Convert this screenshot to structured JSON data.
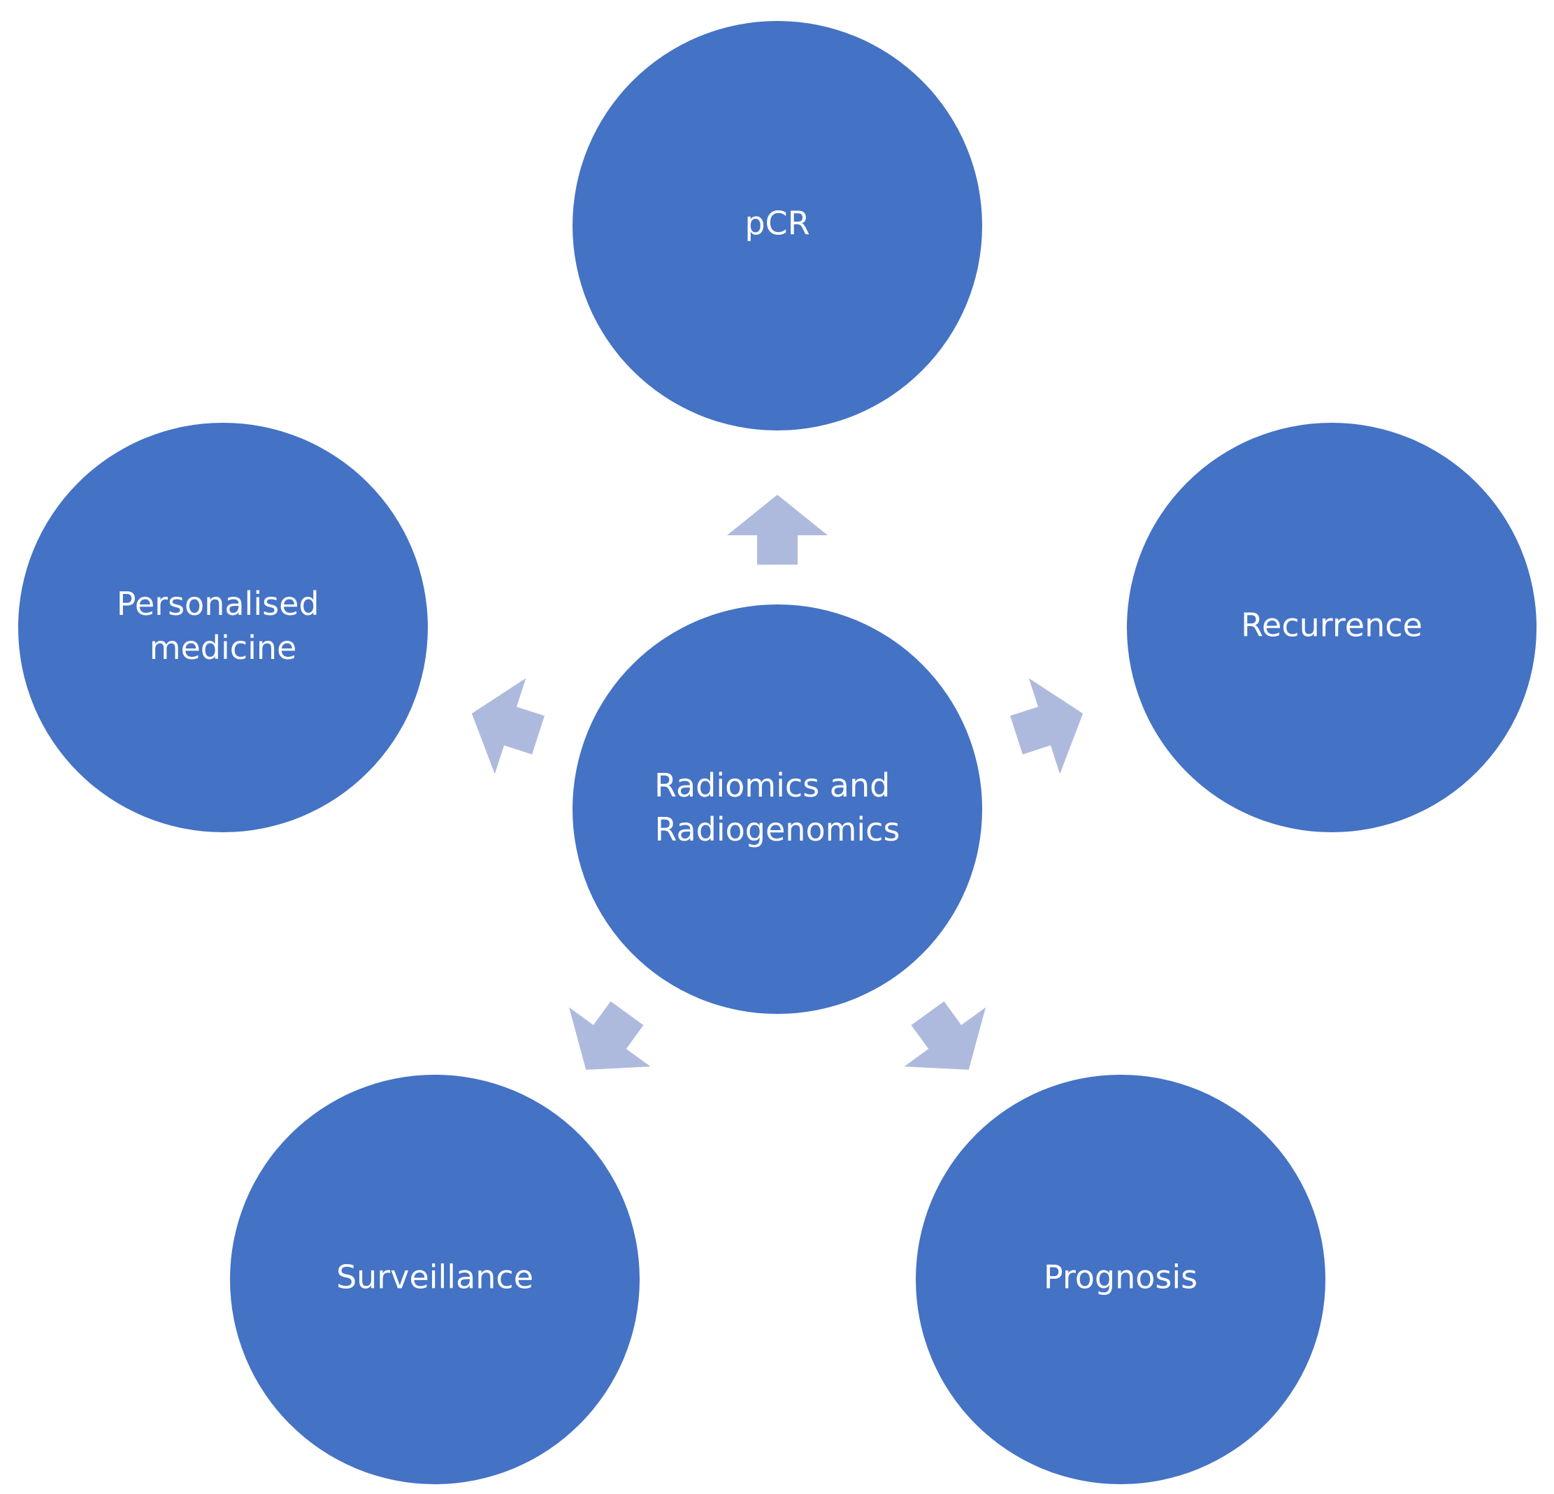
{
  "diagram": {
    "type": "radial-cycle",
    "colors": {
      "node_fill": "#4472c4",
      "arrow_fill": "#aebadd",
      "text": "#ffffff"
    },
    "center": {
      "lines": [
        "Radiomics and",
        "Radiogenomics"
      ]
    },
    "outer": {
      "top": {
        "lines": [
          "pCR"
        ]
      },
      "right": {
        "lines": [
          "Recurrence"
        ]
      },
      "bottom_right": {
        "lines": [
          "Prognosis"
        ]
      },
      "bottom_left": {
        "lines": [
          "Surveillance"
        ]
      },
      "left": {
        "lines": [
          "Personalised",
          "medicine"
        ]
      }
    }
  }
}
